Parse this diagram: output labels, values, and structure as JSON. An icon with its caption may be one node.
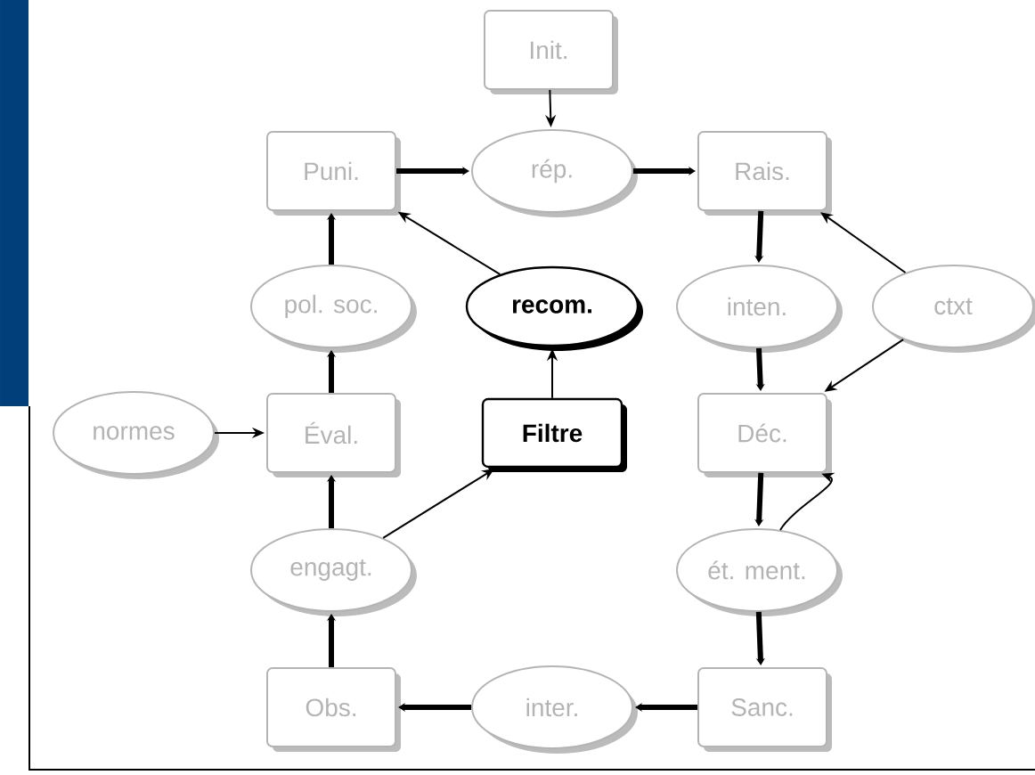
{
  "diagram": {
    "nodes": [
      {
        "text": [
          "Init."
        ]
      },
      {
        "text": [
          "rép."
        ]
      },
      {
        "text": [
          "Puni."
        ]
      },
      {
        "text": [
          "Rais."
        ]
      },
      {
        "text": [
          "recom."
        ]
      },
      {
        "text": [
          "pol. soc."
        ]
      },
      {
        "text": [
          "inten."
        ]
      },
      {
        "text": [
          "ctxt"
        ]
      },
      {
        "text": [
          "normes"
        ]
      },
      {
        "text": [
          "Éval."
        ]
      },
      {
        "text": [
          "Filtre"
        ]
      },
      {
        "text": [
          "Déc."
        ]
      },
      {
        "text": [
          "engagt."
        ]
      },
      {
        "text": [
          "ét. ment."
        ]
      },
      {
        "text": [
          "Obs."
        ]
      },
      {
        "text": [
          "inter."
        ]
      },
      {
        "text": [
          "Sanc."
        ]
      }
    ],
    "edges": [
      {
        "from": 0,
        "to": 1,
        "arrow": "to"
      },
      {
        "from": 2,
        "to": 1,
        "arrow": "to"
      },
      {
        "from": 1,
        "to": 3,
        "arrow": "to"
      },
      {
        "from": 3,
        "to": 6,
        "arrow": "to"
      },
      {
        "from": 6,
        "to": 11,
        "arrow": "to"
      },
      {
        "from": 7,
        "to": 3,
        "arrow": "to"
      },
      {
        "from": 7,
        "to": 11,
        "arrow": "to"
      },
      {
        "from": 4,
        "to": 2,
        "arrow": "to"
      },
      {
        "from": 10,
        "to": 4,
        "arrow": "to"
      },
      {
        "from": 5,
        "to": 2,
        "arrow": "to"
      },
      {
        "from": 9,
        "to": 5,
        "arrow": "to"
      },
      {
        "from": 8,
        "to": 9,
        "arrow": "to"
      },
      {
        "from": 12,
        "to": 9,
        "arrow": "to"
      },
      {
        "from": 12,
        "to": 10,
        "arrow": "to"
      },
      {
        "from": 14,
        "to": 12,
        "arrow": "to"
      },
      {
        "from": 11,
        "to": 13,
        "arrow": "to"
      },
      {
        "from": 13,
        "to": 11,
        "arrow": "to"
      },
      {
        "from": 13,
        "to": 16,
        "arrow": "to"
      },
      {
        "from": 16,
        "to": 15,
        "arrow": "to"
      },
      {
        "from": 15,
        "to": 14,
        "arrow": "to"
      }
    ]
  }
}
